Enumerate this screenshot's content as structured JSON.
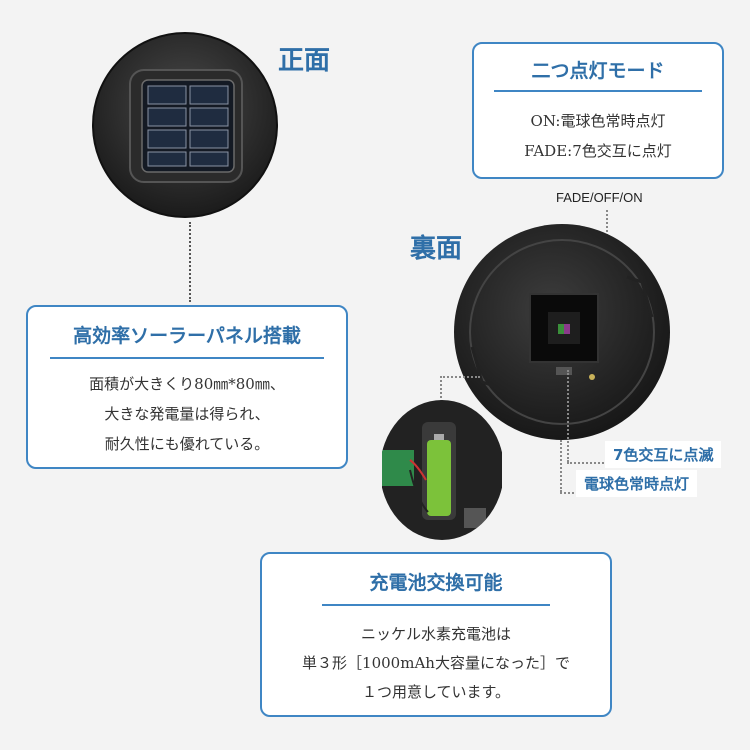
{
  "front": {
    "heading": "正面"
  },
  "back": {
    "heading": "裏面",
    "switch_label": "FADE/OFF/ON"
  },
  "modes_box": {
    "title": "二つ点灯モード",
    "lines": [
      "ON:電球色常時点灯",
      "FADE:7色交互に点灯"
    ]
  },
  "panel_box": {
    "title": "高効率ソーラーパネル搭載",
    "lines": [
      "面積が大きくり80㎜*80㎜、",
      "大きな発電量は得られ、",
      "耐久性にも優れている。"
    ]
  },
  "battery_box": {
    "title": "充電池交換可能",
    "lines": [
      "ニッケル水素充電池は",
      "単３形［1000mAh大容量になった］で",
      "１つ用意しています。"
    ]
  },
  "callouts": {
    "fade_mode": "7色交互に点滅",
    "on_mode": "電球色常時点灯"
  },
  "colors": {
    "accent": "#3f86c4",
    "heading": "#2f6fa8",
    "background": "#f3f3f3"
  }
}
